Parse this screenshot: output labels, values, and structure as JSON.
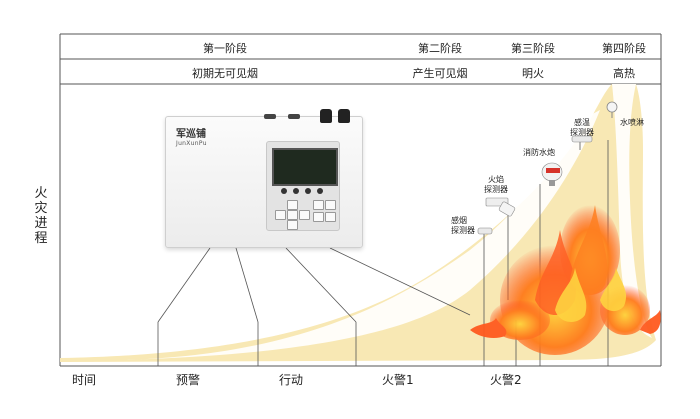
{
  "stages": [
    {
      "name": "第一阶段",
      "desc": "初期无可见烟"
    },
    {
      "name": "第二阶段",
      "desc": "产生可见烟"
    },
    {
      "name": "第三阶段",
      "desc": "明火"
    },
    {
      "name": "第四阶段",
      "desc": "高热"
    }
  ],
  "y_axis_label": "火灾进程",
  "timeline": [
    "时间",
    "预警",
    "行动",
    "火警1",
    "火警2"
  ],
  "device": {
    "brand_cn": "军巡铺",
    "brand_en": "JunXunPu"
  },
  "detectors": {
    "smoke": "感烟\n探测器",
    "flame": "火焰\n探测器",
    "cannon": "消防水炮",
    "heat": "感温\n探测器",
    "sprinkler": "水喷淋"
  },
  "colors": {
    "curve_fill": "#f8e8b4",
    "grid_line": "#555555",
    "flame": "#ff5a1f"
  }
}
